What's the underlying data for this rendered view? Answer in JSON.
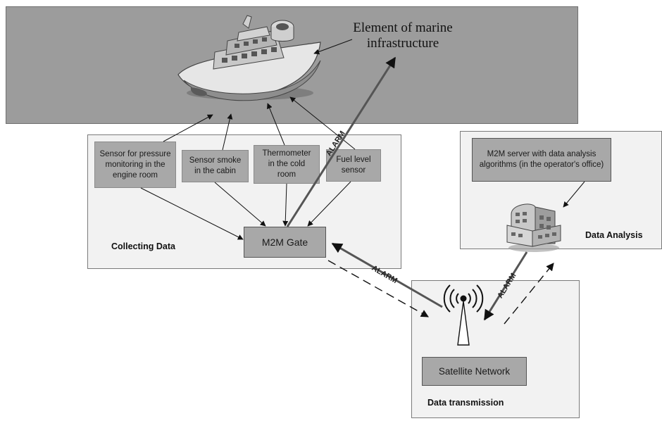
{
  "marine": {
    "title": "Element of marine\ninfrastructure"
  },
  "collecting": {
    "label": "Collecting Data",
    "sensors": [
      "Sensor for pressure\nmonitoring in the\nengine room",
      "Sensor smoke\nin the cabin",
      "Thermometer\nin the cold\nroom",
      "Fuel level\nsensor"
    ],
    "gate": "M2M Gate"
  },
  "analysis": {
    "label": "Data Analysis",
    "server": "M2M server with data analysis\nalgorithms (in the operator's office)"
  },
  "transmission": {
    "label": "Data transmission",
    "network": "Satellite Network"
  },
  "alarms": [
    "ALARM",
    "ALARM",
    "ALARM"
  ],
  "colors": {
    "background": "#9c9c9c",
    "panel": "#f2f2f2",
    "box": "#a8a8a8",
    "arrow": "#555555"
  },
  "icons": [
    "ship-icon",
    "office-building-icon",
    "antenna-tower-icon"
  ]
}
